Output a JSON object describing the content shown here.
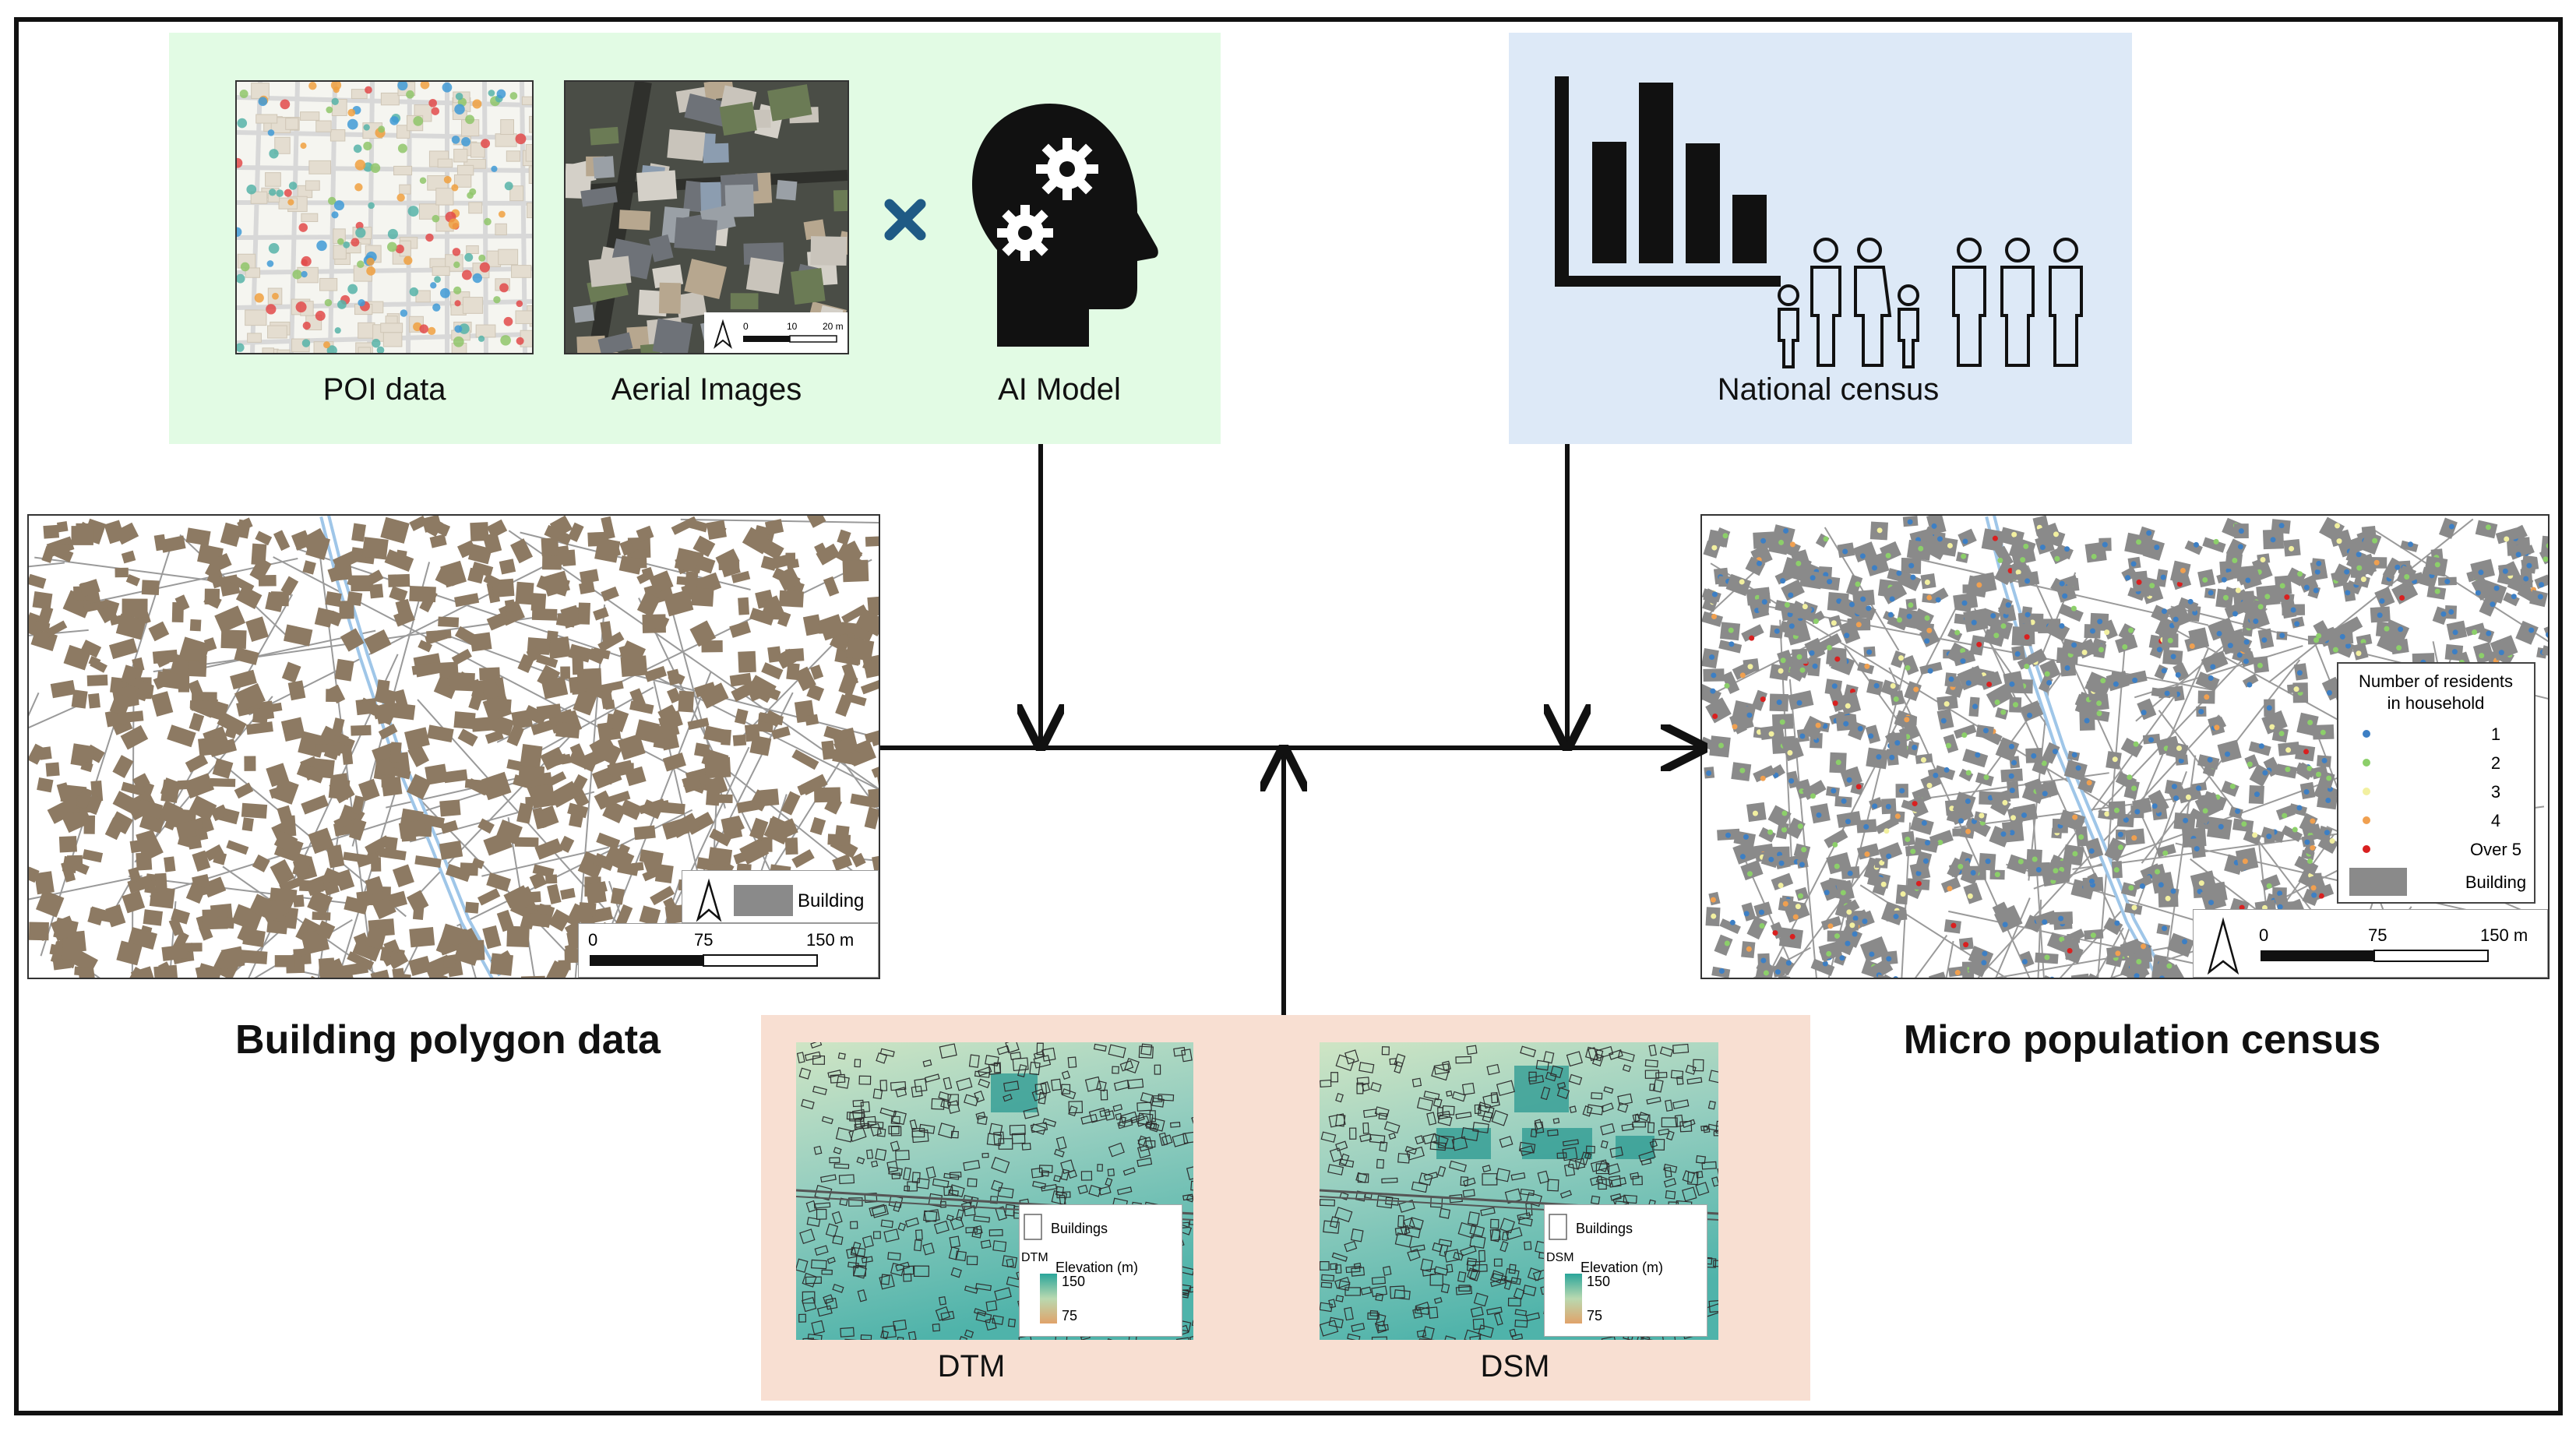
{
  "inputs": {
    "poi_label": "POI data",
    "aerial_label": "Aerial Images",
    "ai_label": "AI Model",
    "census_label": "National census",
    "aerial_scale": [
      "0",
      "10",
      "20 m"
    ]
  },
  "building_map": {
    "title": "Building polygon data",
    "legend_label": "Building",
    "scale": [
      "0",
      "75",
      "150 m"
    ]
  },
  "population_map": {
    "title": "Micro population census",
    "legend_title_line1": "Number of residents",
    "legend_title_line2": "in household",
    "legend_items": [
      {
        "label": "1",
        "color": "#3d7fc4"
      },
      {
        "label": "2",
        "color": "#8ccf6a"
      },
      {
        "label": "3",
        "color": "#f2f0a0"
      },
      {
        "label": "4",
        "color": "#f0a050"
      },
      {
        "label": "Over 5",
        "color": "#d92020"
      }
    ],
    "legend_building": "Building",
    "scale": [
      "0",
      "75",
      "150 m"
    ]
  },
  "elevation": {
    "dtm_label": "DTM",
    "dsm_label": "DSM",
    "dtm_legend": {
      "buildings": "Buildings",
      "layer": "DTM",
      "elev_title": "Elevation (m)",
      "high": "150",
      "low": "75"
    },
    "dsm_legend": {
      "buildings": "Buildings",
      "layer": "DSM",
      "elev_title": "Elevation (m)",
      "high": "150",
      "low": "75"
    }
  },
  "colors": {
    "building": "#8d7a63",
    "green_panel": "#e2fbe4",
    "blue_panel": "#dde9f7",
    "peach_panel": "#f8dfd2",
    "arrow": "#111111"
  }
}
